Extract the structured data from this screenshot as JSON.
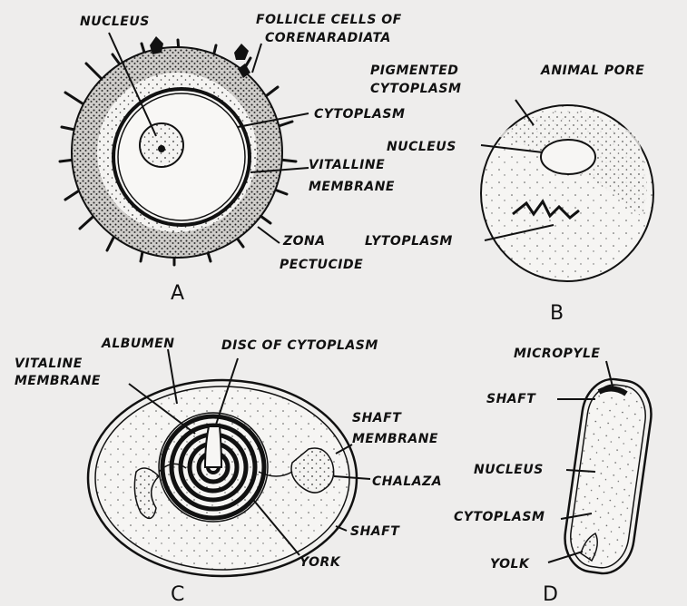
{
  "figures": {
    "A": {
      "letter": "A",
      "labels": {
        "nucleus": "NUCLEUS",
        "follicle1": "FOLLICLE CELLS OF",
        "follicle2": "CORENARADIATA",
        "cytoplasm": "CYTOPLASM",
        "vitalline1": "VITALLINE",
        "vitalline2": "MEMBRANE",
        "zona1": "ZONA",
        "zona2": "PECTUCIDE"
      }
    },
    "B": {
      "letter": "B",
      "labels": {
        "pigmented1": "PIGMENTED",
        "pigmented2": "CYTOPLASM",
        "animal_pore": "ANIMAL PORE",
        "nucleus": "NUCLEUS",
        "cytoplasm": "LYTOPLASM"
      }
    },
    "C": {
      "letter": "C",
      "labels": {
        "albumen": "ALBUMEN",
        "disc": "DISC OF CYTOPLASM",
        "vitaline1": "VITALINE",
        "vitaline2": "MEMBRANE",
        "shaft_membrane1": "SHAFT",
        "shaft_membrane2": "MEMBRANE",
        "chalaza": "CHALAZA",
        "shaft": "SHAFT",
        "york": "YORK"
      }
    },
    "D": {
      "letter": "D",
      "labels": {
        "micropyle": "MICROPYLE",
        "shaft": "SHAFT",
        "nucleus": "NUCLEUS",
        "cytoplasm": "CYTOPLASM",
        "yolk": "YOLK"
      }
    }
  }
}
